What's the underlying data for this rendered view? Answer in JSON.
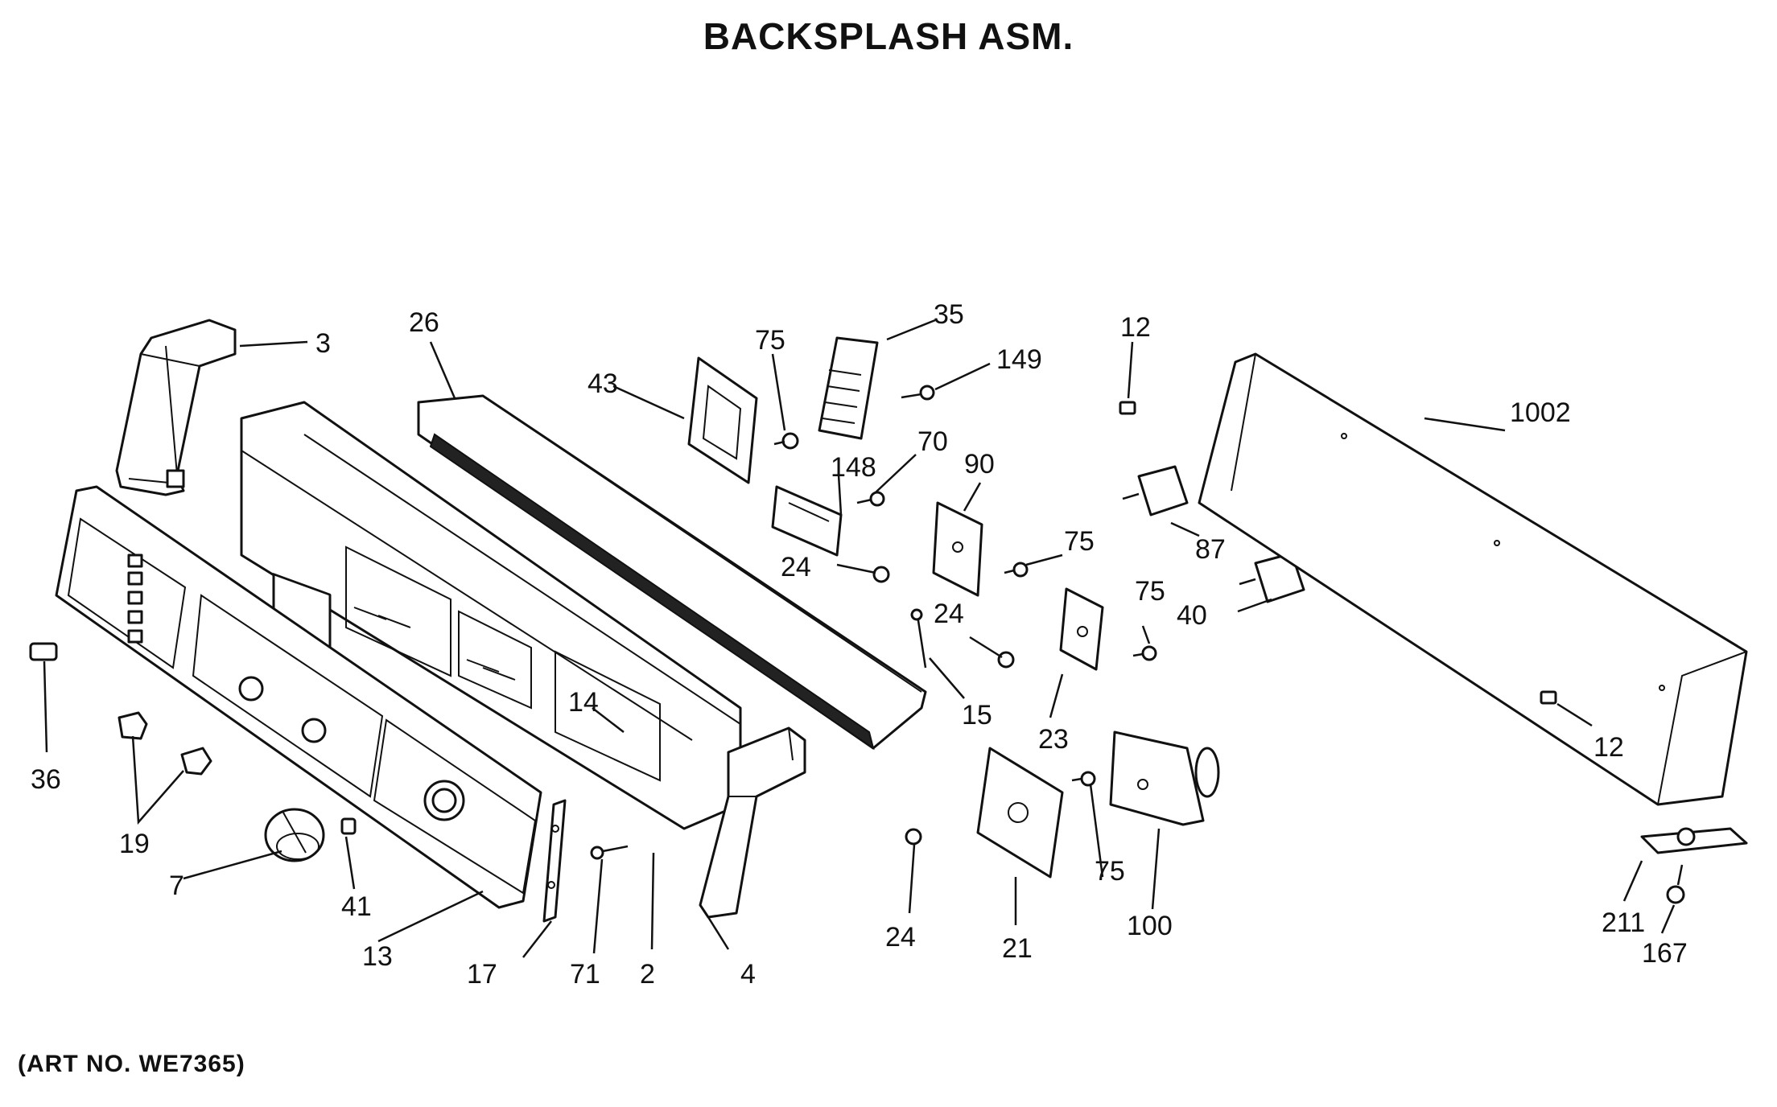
{
  "title": "BACKSPLASH ASM.",
  "art_number": "(ART NO. WE7365)",
  "callouts": {
    "p3": "3",
    "p26": "26",
    "p43": "43",
    "p75a": "75",
    "p35": "35",
    "p149": "149",
    "p12a": "12",
    "p1002": "1002",
    "p148": "148",
    "p70": "70",
    "p90": "90",
    "p87": "87",
    "p24a": "24",
    "p75b": "75",
    "p24b": "24",
    "p75c": "75",
    "p40": "40",
    "p14": "14",
    "p15": "15",
    "p23": "23",
    "p12b": "12",
    "p36": "36",
    "p19": "19",
    "p7": "7",
    "p41": "41",
    "p13": "13",
    "p17": "17",
    "p71": "71",
    "p2": "2",
    "p4": "4",
    "p24c": "24",
    "p21": "21",
    "p75d": "75",
    "p100": "100",
    "p211": "211",
    "p167": "167"
  }
}
